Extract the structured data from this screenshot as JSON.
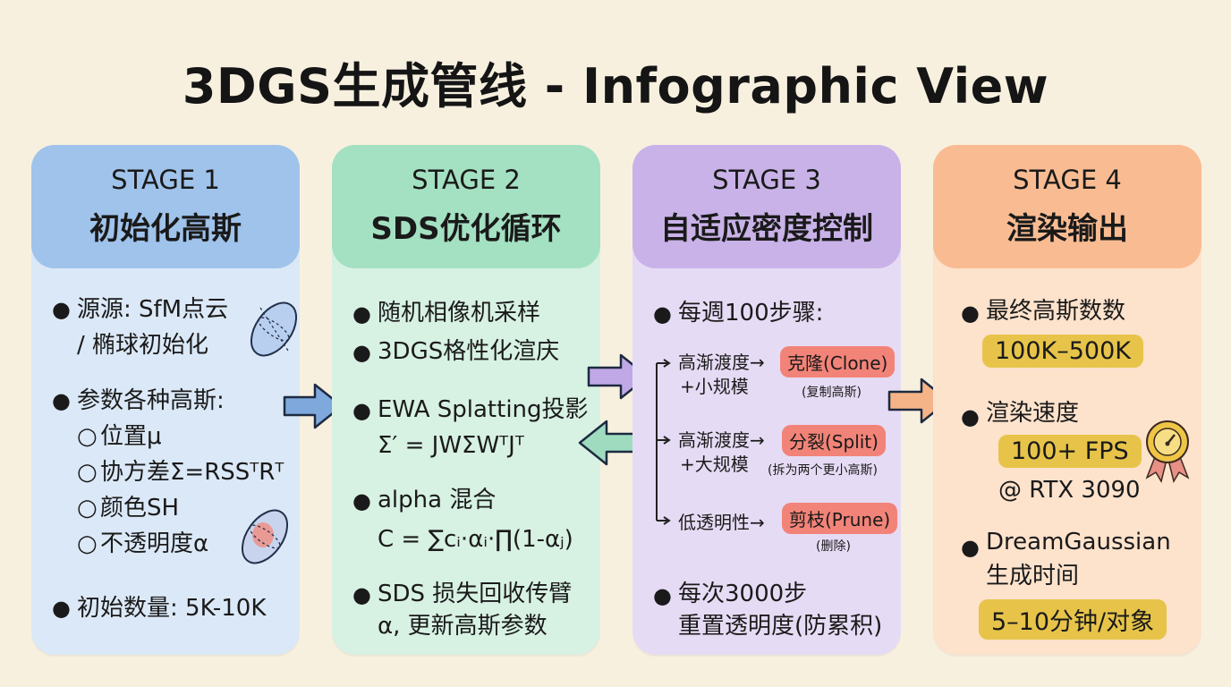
{
  "title": "3DGS生成管线 - Infographic View",
  "stages": [
    {
      "label": "STAGE 1",
      "name": "初始化高斯",
      "items": [
        "源源: SfM点云",
        "/ 椭球初始化",
        "参数各种高斯:",
        "位置μ",
        "协方差Σ=RSSᵀRᵀ",
        "颜色SH",
        "不透明度α",
        "初始数量: 5K-10K"
      ]
    },
    {
      "label": "STAGE 2",
      "name": "SDS优化循环",
      "items": [
        "随机相像机采样",
        "3DGS格性化渲庆",
        "EWA Splatting投影",
        "Σ′ = JWΣWᵀJᵀ",
        "alpha 混合",
        "C = ∑cᵢ·αᵢ·∏(1-αⱼ)",
        "SDS 损失回收传臂",
        "α, 更新高斯参数"
      ]
    },
    {
      "label": "STAGE 3",
      "name": "自适应密度控制",
      "items": [
        "每週100步骤:",
        "高渐渡度→",
        "+小规模",
        "克隆(Clone)",
        "(复制高斯)",
        "高渐渡度→",
        "+大规模",
        "分裂(Split)",
        "(拆为两个更小高斯)",
        "低透明性→",
        "剪枝(Prune)",
        "(删除)",
        "每次3000步",
        "重置透明度(防累积)"
      ]
    },
    {
      "label": "STAGE 4",
      "name": "渲染输出",
      "items": [
        "最终高斯数数",
        "100K–500K",
        "渲染速度",
        "100+ FPS",
        "@ RTX 3090",
        "DreamGaussian",
        "生成时间",
        "5–10分钟/对象"
      ]
    }
  ],
  "colors": {
    "stage1": "#9fc3eb",
    "stage2": "#a4e0c2",
    "stage3": "#c9b2e8",
    "stage4": "#f9bc92",
    "highlight": "#e7c449",
    "op_pill": "#f28378"
  },
  "icons": [
    "ellipsoid-icon",
    "arrow-right-icon",
    "arrow-left-icon",
    "speed-badge-icon"
  ]
}
